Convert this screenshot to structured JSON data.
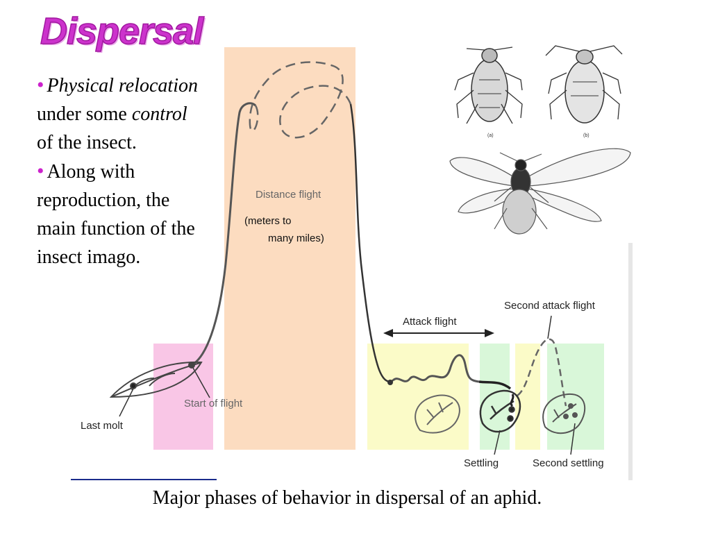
{
  "slide": {
    "title": "Dispersal",
    "bullets": [
      {
        "parts": [
          {
            "text": "Physical",
            "italic": true
          },
          {
            "text": " ",
            "italic": false
          },
          {
            "text": "relocation",
            "italic": true
          },
          {
            "text": " under some ",
            "italic": false
          },
          {
            "text": "control",
            "italic": true
          },
          {
            "text": " of the insect.",
            "italic": false
          }
        ]
      },
      {
        "parts": [
          {
            "text": "Along with reproduction, the main function of the insect imago.",
            "italic": false
          }
        ]
      }
    ],
    "caption": "Major phases of behavior in dispersal of an aphid."
  },
  "diagram": {
    "labels": {
      "distance_flight": "Distance flight",
      "distance_note_1": "(meters to",
      "distance_note_2": "many miles)",
      "attack_flight": "Attack flight",
      "second_attack_flight": "Second attack flight",
      "start_of_flight": "Start of flight",
      "last_molt": "Last molt",
      "settling": "Settling",
      "second_settling": "Second settling",
      "photo_a": "(a)",
      "photo_b": "(b)"
    },
    "colors": {
      "phase_molt": "#f9c6e6",
      "phase_distance": "#fcdcc0",
      "phase_attack": "#fbfbc8",
      "phase_settling": "#d9f7d9",
      "title": "#cc33cc",
      "bullet_dot": "#cc22cc"
    }
  }
}
